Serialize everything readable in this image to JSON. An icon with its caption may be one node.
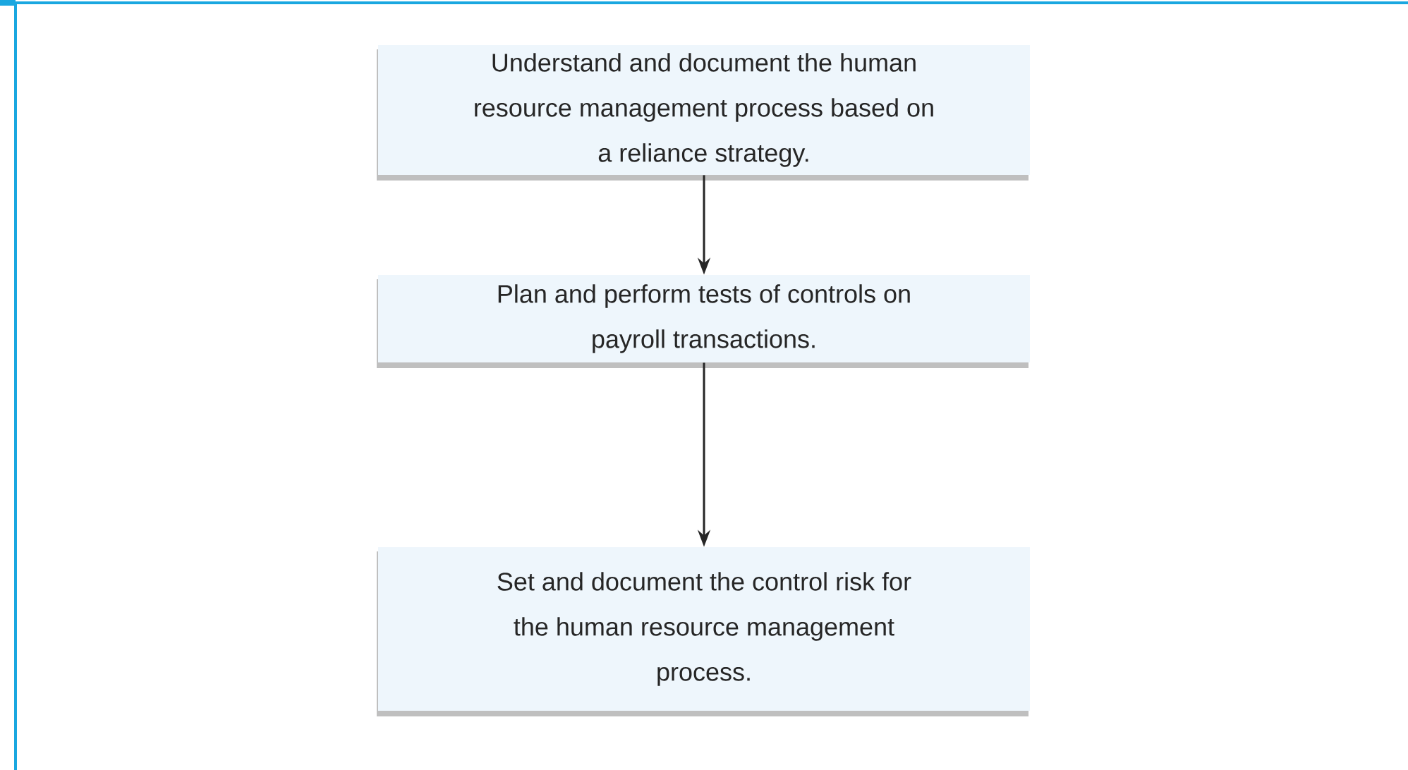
{
  "diagram": {
    "nodes": [
      {
        "text": [
          "Understand and document the human resource management process based on a reliance strategy."
        ]
      },
      {
        "text": [
          "Plan and perform tests of controls on payroll transactions."
        ]
      },
      {
        "text": [
          "Set and document the control risk for the human resource management process."
        ]
      }
    ],
    "edges": [
      {
        "from": 0,
        "to": 1,
        "arrow": "to"
      },
      {
        "from": 1,
        "to": 2,
        "arrow": "to"
      }
    ]
  }
}
